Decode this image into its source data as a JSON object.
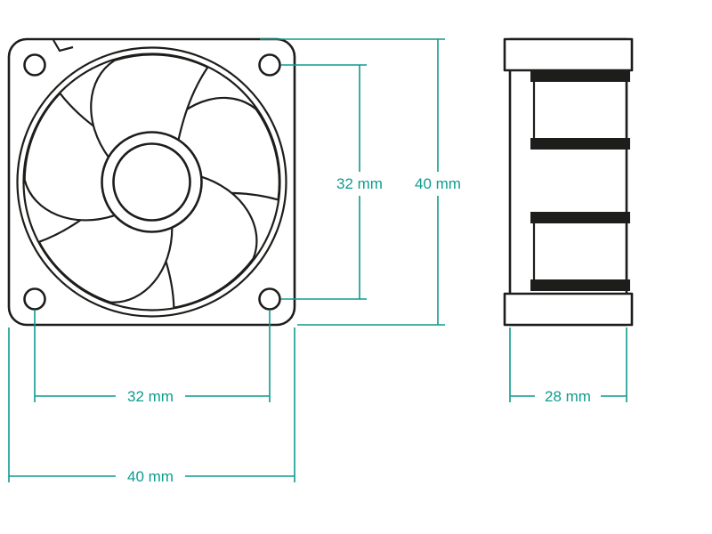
{
  "meta": {
    "title": "40 mm axial fan dimensional drawing",
    "views": [
      "front",
      "side"
    ]
  },
  "colors": {
    "accent": "#0f9b8f",
    "line": "#1d1d1b",
    "background": "#ffffff"
  },
  "dimensions": {
    "front_hole_spacing_vertical": {
      "label": "32 mm",
      "value": 32,
      "unit": "mm"
    },
    "front_height": {
      "label": "40 mm",
      "value": 40,
      "unit": "mm"
    },
    "front_hole_spacing_horizontal": {
      "label": "32 mm",
      "value": 32,
      "unit": "mm"
    },
    "front_width": {
      "label": "40 mm",
      "value": 40,
      "unit": "mm"
    },
    "side_depth": {
      "label": "28 mm",
      "value": 28,
      "unit": "mm"
    }
  }
}
